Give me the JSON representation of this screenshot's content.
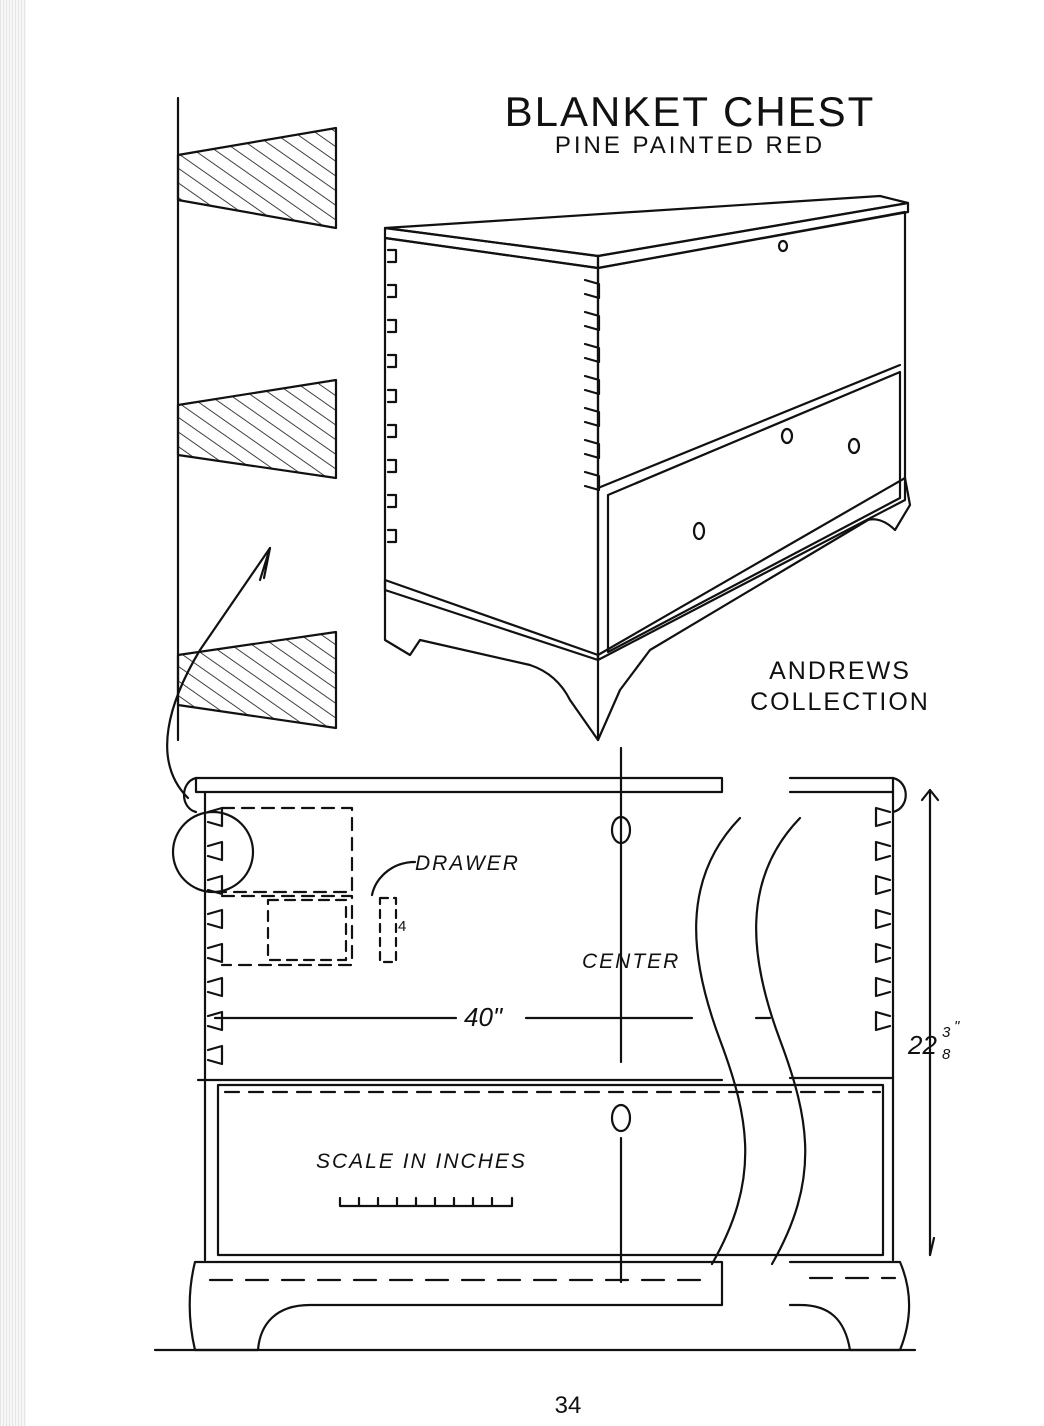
{
  "title": "BLANKET CHEST",
  "subtitle": "PINE PAINTED RED",
  "collection": "ANDREWS COLLECTION",
  "labels": {
    "drawer": "DRAWER",
    "center": "CENTER",
    "scale": "SCALE IN INCHES"
  },
  "dimensions": {
    "width": "40\"",
    "height_whole": "22",
    "height_frac_num": "3",
    "height_frac_den": "8",
    "height_inch_mark": "\"",
    "drawer_depth": "4"
  },
  "page_number": "34"
}
